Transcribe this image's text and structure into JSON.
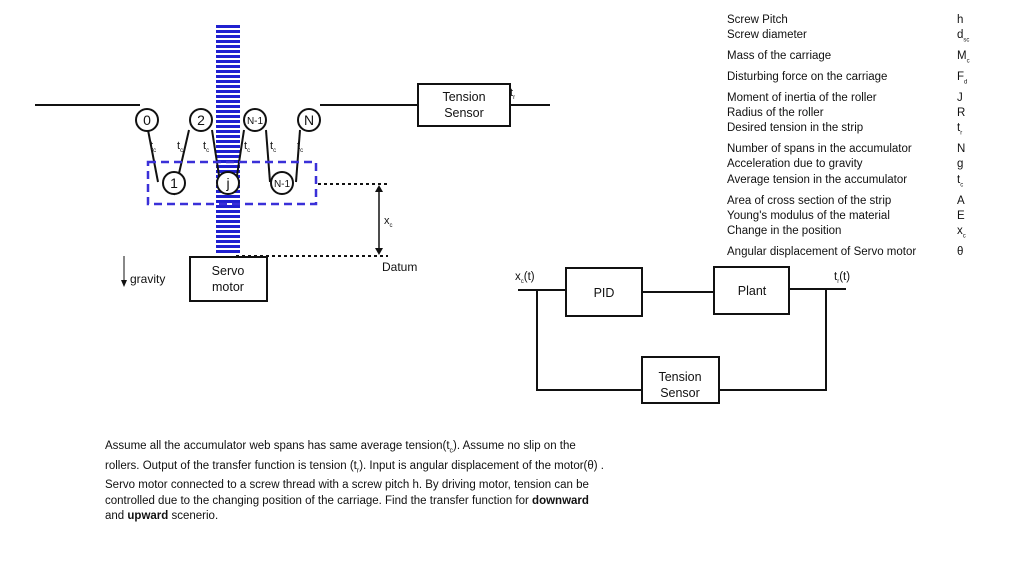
{
  "accumulator": {
    "top_rollers": [
      "0",
      "2",
      "N-1",
      "N"
    ],
    "bottom_rollers": [
      "1",
      "j",
      "N-1"
    ],
    "span_tension": "t",
    "span_tension_sub": "c",
    "tension_sensor": "Tension\nSensor",
    "output_tension": "t",
    "output_tension_sub": "r",
    "displacement": "x",
    "displacement_sub": "c",
    "datum": "Datum",
    "gravity": "gravity",
    "servo_motor": "Servo\nmotor"
  },
  "block_diagram": {
    "input": "x",
    "input_sub": "c",
    "input_suffix": "(t)",
    "output": "t",
    "output_sub": "r",
    "output_suffix": "(t)",
    "pid": "PID",
    "plant": "Plant",
    "feedback": "Tension\nSensor"
  },
  "parameters": [
    {
      "name": "Screw Pitch",
      "symbol": "h",
      "sub": ""
    },
    {
      "name": "Screw diameter",
      "symbol": "d",
      "sub": "sc"
    },
    {
      "name": "Mass of the carriage",
      "symbol": "M",
      "sub": "c"
    },
    {
      "name": "Disturbing force on the carriage",
      "symbol": "F",
      "sub": "d"
    },
    {
      "name": "Moment of inertia of the roller",
      "symbol": "J",
      "sub": ""
    },
    {
      "name": "Radius of the roller",
      "symbol": "R",
      "sub": ""
    },
    {
      "name": "Desired tension in the strip",
      "symbol": "t",
      "sub": "r"
    },
    {
      "name": "Number of spans in the accumulator",
      "symbol": "N",
      "sub": ""
    },
    {
      "name": "Acceleration due to gravity",
      "symbol": "g",
      "sub": ""
    },
    {
      "name": "Average tension in the accumulator",
      "symbol": "t",
      "sub": "c"
    },
    {
      "name": "Area of cross section of the strip",
      "symbol": "A",
      "sub": ""
    },
    {
      "name": "Young's modulus of the material",
      "symbol": "E",
      "sub": ""
    },
    {
      "name": "Change in the position",
      "symbol": "x",
      "sub": "c"
    },
    {
      "name": "Angular displacement of Servo motor",
      "symbol": "θ",
      "sub": ""
    }
  ],
  "description": {
    "p1": "Assume all the accumulator web spans has same average tension(t",
    "p1_sub": "c",
    "p2": "). Assume no slip on the rollers. Output of the transfer function is tension (t",
    "p2_sub": "r",
    "p3": "). Input is angular displacement of the motor(θ) . Servo motor connected to a screw thread with a screw pitch h. By driving motor, tension can be controlled due to the changing position of the carriage. Find the transfer function for ",
    "bold1": "downward",
    "mid": " and ",
    "bold2": "upward",
    "end": " scenerio."
  },
  "colors": {
    "screw": "#2020d0",
    "carriage": "#3a30d8",
    "line": "#111111"
  }
}
